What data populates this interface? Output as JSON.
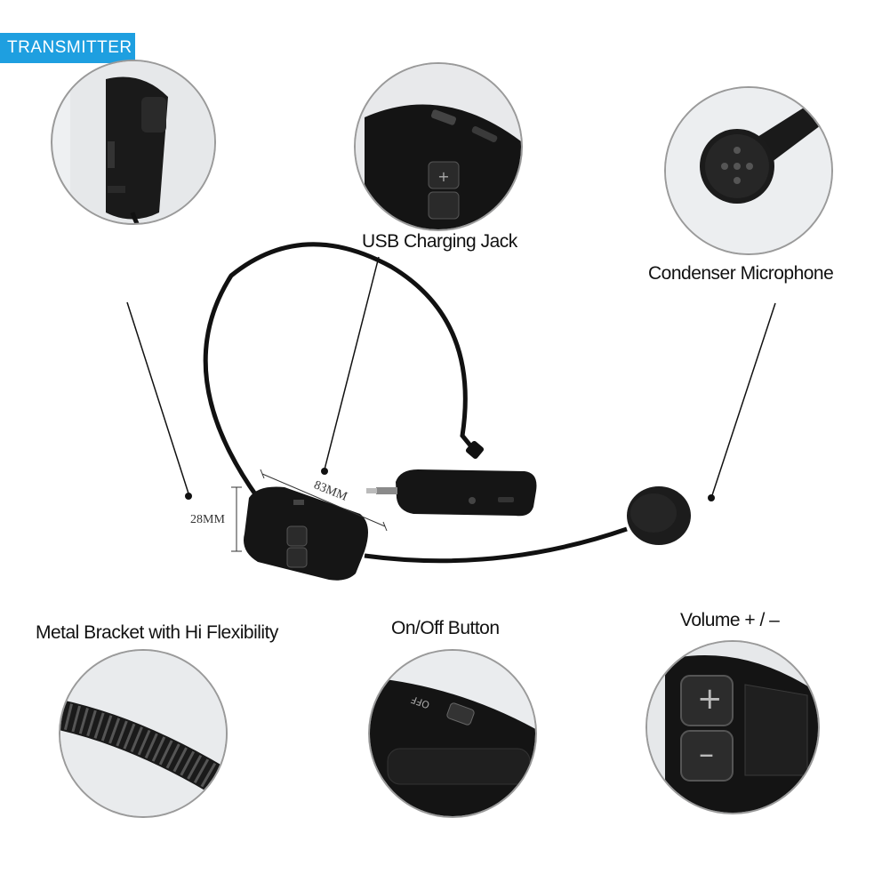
{
  "badge": {
    "text": "TRANSMITTER"
  },
  "labels": {
    "usb": "USB Charging Jack",
    "condenser": "Condenser Microphone",
    "metal": "Metal Bracket with Hi  Flexibility",
    "onoff": "On/Off Button",
    "volume": "Volume + / –"
  },
  "dimensions": {
    "width": "83MM",
    "height": "28MM"
  },
  "button_glyphs": {
    "plus": "+",
    "minus": "–"
  },
  "colors": {
    "badge": "#1e9fe0",
    "device": "#151515",
    "circle_border": "#9a9a9a"
  }
}
